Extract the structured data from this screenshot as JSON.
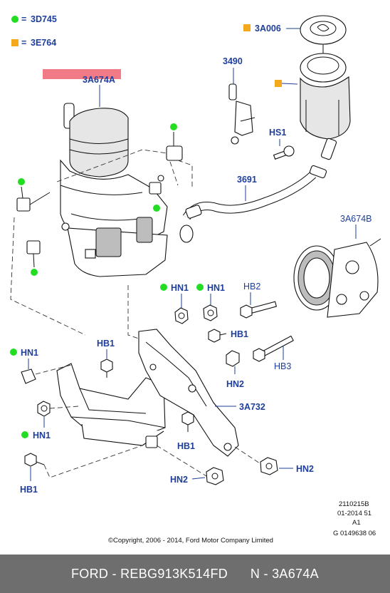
{
  "legend": [
    {
      "marker": "green-circle",
      "color": "#22dd22",
      "code": "3D745"
    },
    {
      "marker": "orange-square",
      "color": "#f4a81c",
      "code": "3E764"
    }
  ],
  "highlight_color": "#f07b86",
  "labels": {
    "pump_main": "3A674A",
    "pump_alt": "3A674B",
    "cap": "3A006",
    "bracket_clip": "3490",
    "bolt_hs1": "HS1",
    "hose": "3691",
    "bolt_hb2": "HB2",
    "bolt_hb3": "HB3",
    "bracket": "3A732",
    "hn1": "HN1",
    "hb1": "HB1",
    "hn2": "HN2"
  },
  "reference": {
    "line1": "2110215B",
    "line2": "01-2014 51",
    "line3": "A1",
    "line4": "G 0149638 06"
  },
  "copyright": "©Copyright, 2006 - 2014, Ford Motor Company Limited",
  "footer": {
    "left": "FORD - REBG913K514FD",
    "right": "N - 3A674A"
  }
}
